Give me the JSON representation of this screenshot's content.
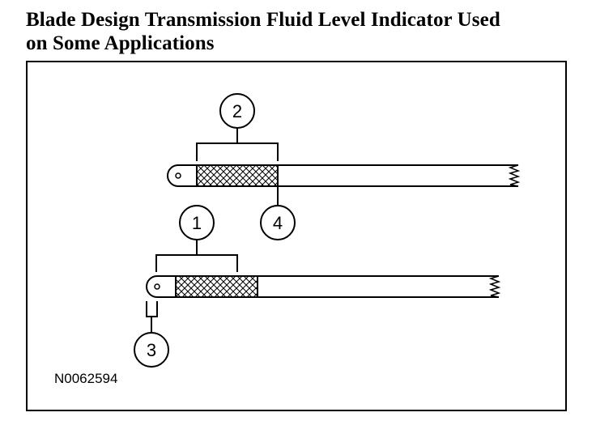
{
  "title": {
    "line1": "Blade Design Transmission Fluid Level Indicator Used",
    "line2": "on Some Applications"
  },
  "callouts": {
    "c1": "1",
    "c2": "2",
    "c3": "3",
    "c4": "4"
  },
  "figure_id": "N0062594"
}
